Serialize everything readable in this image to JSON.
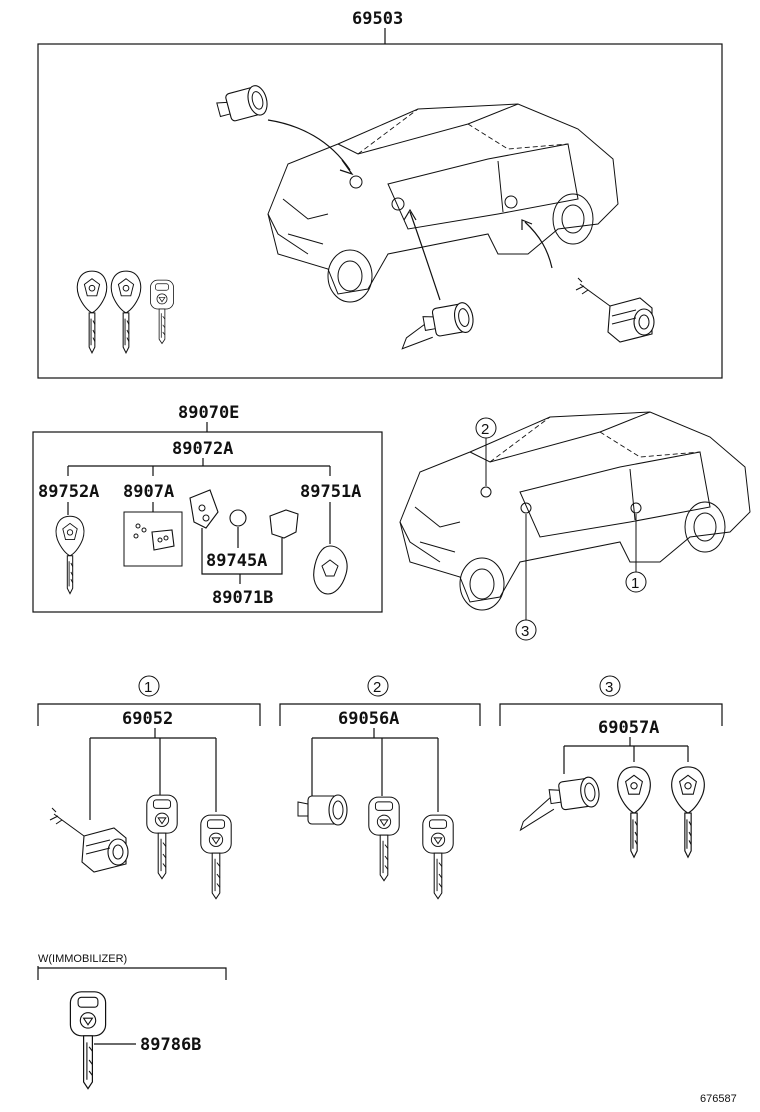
{
  "labels": {
    "p69503": "69503",
    "p89070E": "89070E",
    "p89072A": "89072A",
    "p89752A": "89752A",
    "p8907A": "8907A",
    "p89751A": "89751A",
    "p89745A": "89745A",
    "p89071B": "89071B",
    "p69052": "69052",
    "p69056A": "69056A",
    "p69057A": "69057A",
    "p89786B": "89786B",
    "immobilizer": "W(IMMOBILIZER)",
    "diagram_id": "676587"
  },
  "callouts": {
    "c1": "1",
    "c2": "2",
    "c3": "3",
    "g1": "1",
    "g2": "2",
    "g3": "3"
  }
}
